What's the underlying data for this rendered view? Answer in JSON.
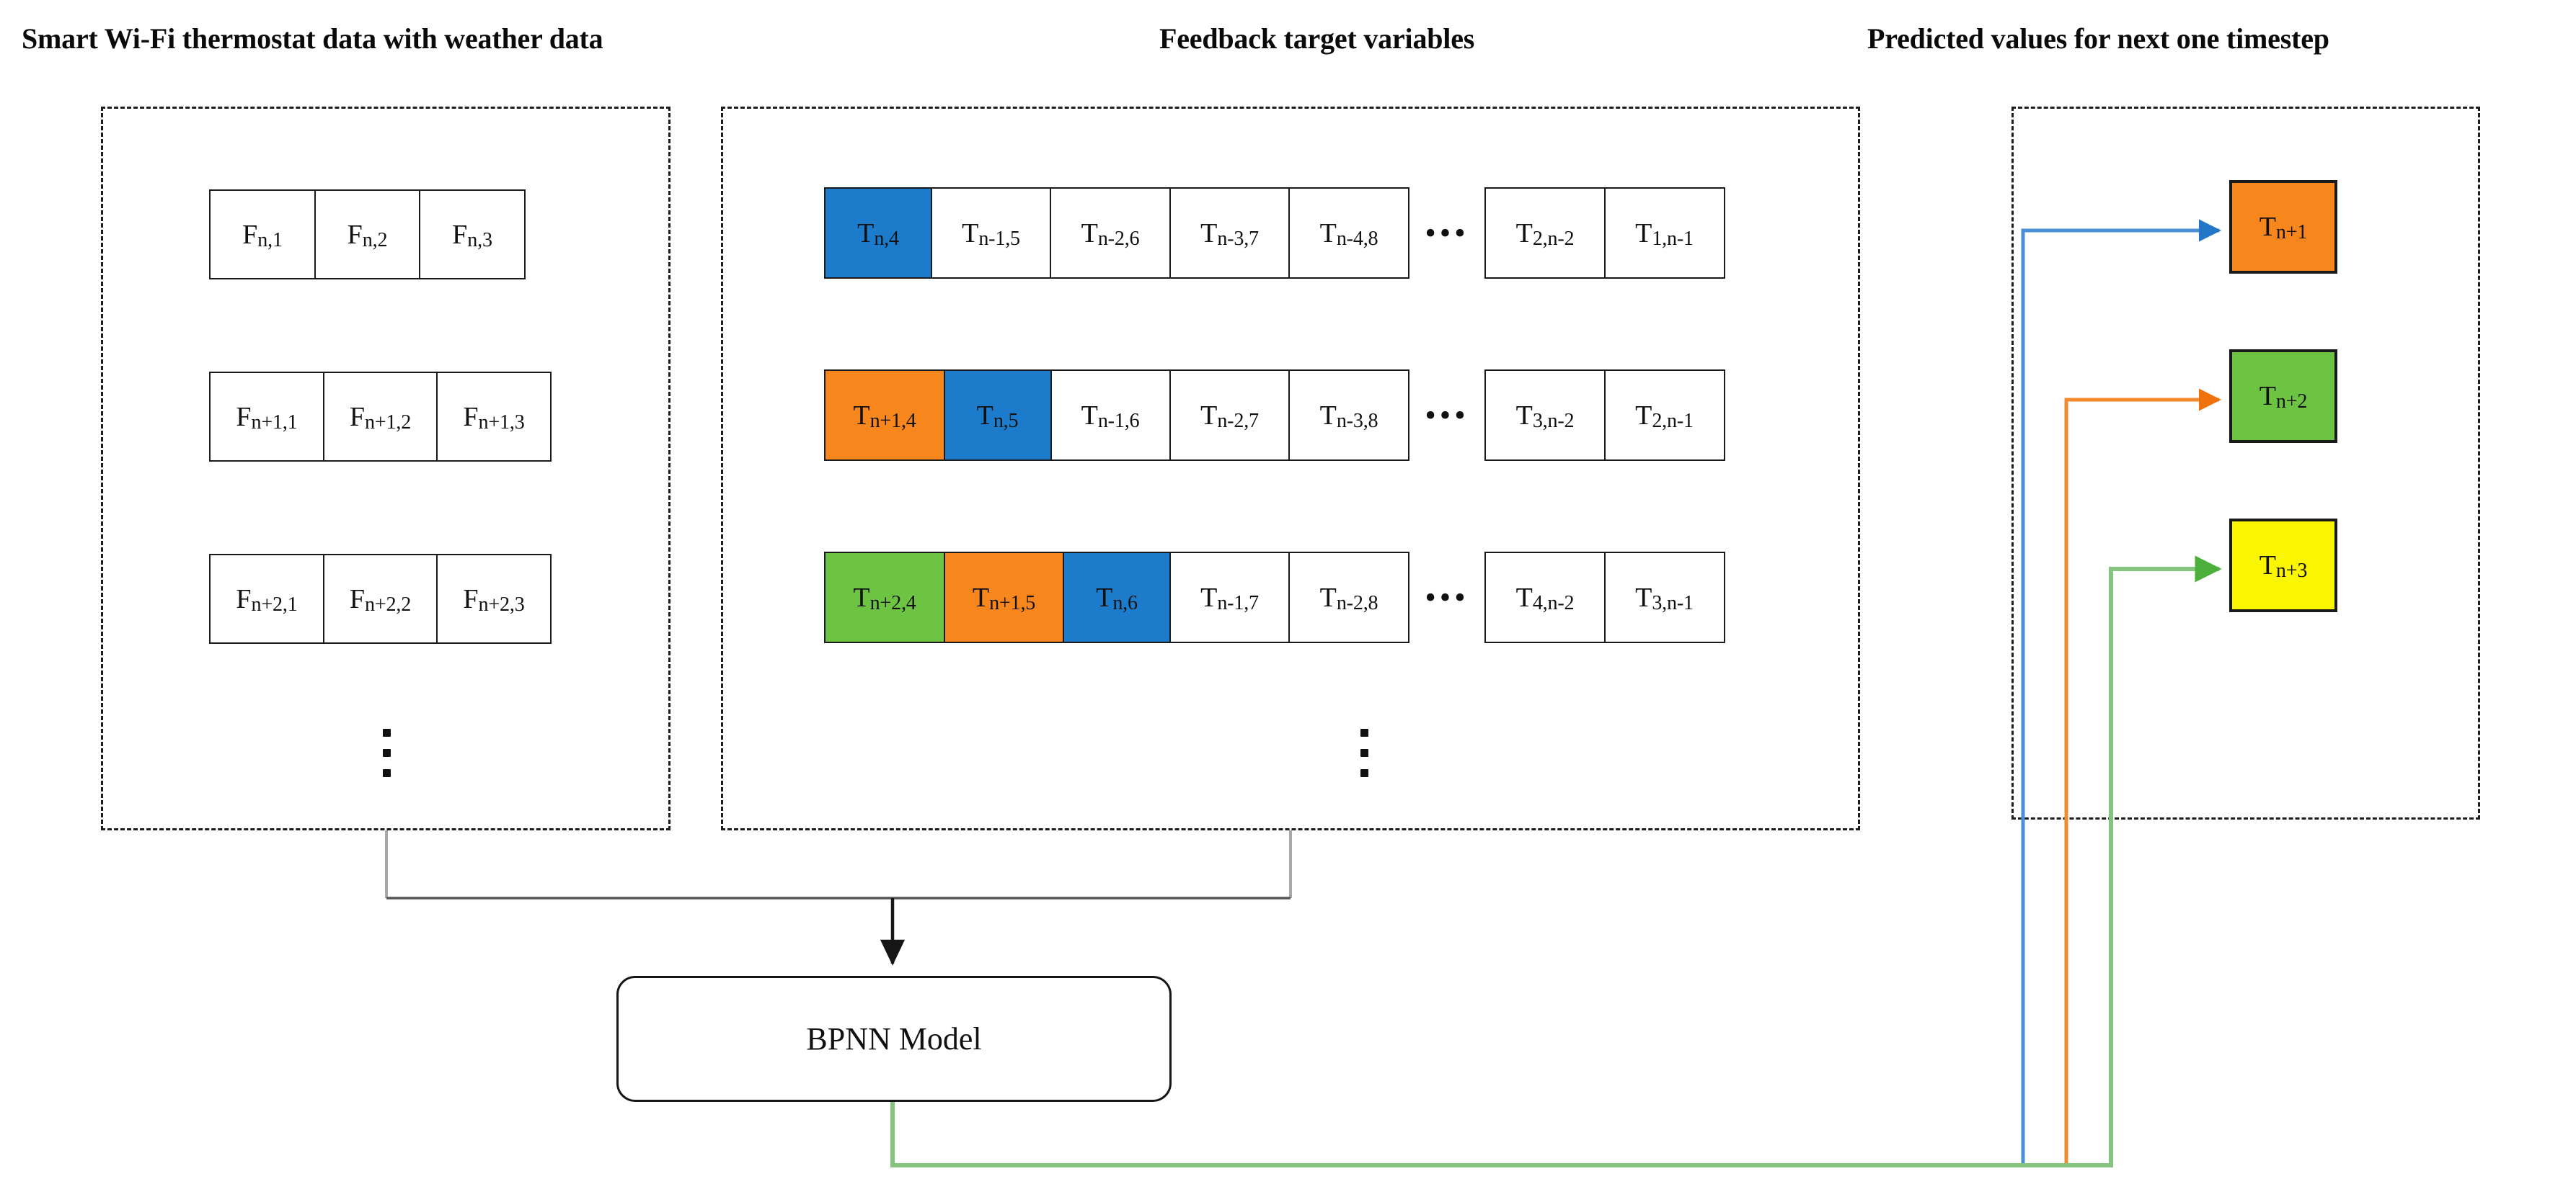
{
  "headings": {
    "left": "Smart Wi-Fi thermostat data with weather data",
    "middle": "Feedback target variables",
    "right": "Predicted values for next one timestep"
  },
  "colors": {
    "blue": "#1C7CCB",
    "orange": "#F7861C",
    "green": "#6DC443",
    "yellow": "#FAF500",
    "line_blue": "#4A90D9",
    "line_orange": "#F08A2C",
    "line_green": "#84C47E",
    "outline": "#1A1A1A",
    "panel_border": "#1C1C1C",
    "connector_gray": "#A8A8A8",
    "connector_black": "#161616"
  },
  "left_panel": {
    "name": "Smart Wi-Fi thermostat data with weather data",
    "ellipsis": "vertical-ellipsis",
    "rows": [
      {
        "cells": [
          {
            "base": "F",
            "sub": "n,1"
          },
          {
            "base": "F",
            "sub": "n,2"
          },
          {
            "base": "F",
            "sub": "n,3"
          }
        ]
      },
      {
        "cells": [
          {
            "base": "F",
            "sub": "n+1,1"
          },
          {
            "base": "F",
            "sub": "n+1,2"
          },
          {
            "base": "F",
            "sub": "n+1,3"
          }
        ]
      },
      {
        "cells": [
          {
            "base": "F",
            "sub": "n+2,1"
          },
          {
            "base": "F",
            "sub": "n+2,2"
          },
          {
            "base": "F",
            "sub": "n+2,3"
          }
        ]
      }
    ]
  },
  "middle_panel": {
    "name": "Feedback target variables",
    "gap_symbol": "•••",
    "ellipsis": "vertical-ellipsis",
    "rows": [
      {
        "head": [
          {
            "base": "T",
            "sub": "n,4",
            "fill": "blue",
            "width": 150
          },
          {
            "base": "T",
            "sub": "n-1,5",
            "fill": "none",
            "width": 168
          },
          {
            "base": "T",
            "sub": "n-2,6",
            "fill": "none",
            "width": 168
          },
          {
            "base": "T",
            "sub": "n-3,7",
            "fill": "none",
            "width": 168
          },
          {
            "base": "T",
            "sub": "n-4,8",
            "fill": "none",
            "width": 168
          }
        ],
        "tail": [
          {
            "base": "T",
            "sub": "2,n-2",
            "fill": "none",
            "width": 168
          },
          {
            "base": "T",
            "sub": "1,n-1",
            "fill": "none",
            "width": 168
          }
        ]
      },
      {
        "head": [
          {
            "base": "T",
            "sub": "n+1,4",
            "fill": "orange",
            "width": 168
          },
          {
            "base": "T",
            "sub": "n,5",
            "fill": "blue",
            "width": 150
          },
          {
            "base": "T",
            "sub": "n-1,6",
            "fill": "none",
            "width": 168
          },
          {
            "base": "T",
            "sub": "n-2,7",
            "fill": "none",
            "width": 168
          },
          {
            "base": "T",
            "sub": "n-3,8",
            "fill": "none",
            "width": 168
          }
        ],
        "tail": [
          {
            "base": "T",
            "sub": "3,n-2",
            "fill": "none",
            "width": 168
          },
          {
            "base": "T",
            "sub": "2,n-1",
            "fill": "none",
            "width": 168
          }
        ]
      },
      {
        "head": [
          {
            "base": "T",
            "sub": "n+2,4",
            "fill": "green",
            "width": 168
          },
          {
            "base": "T",
            "sub": "n+1,5",
            "fill": "orange",
            "width": 168
          },
          {
            "base": "T",
            "sub": "n,6",
            "fill": "blue",
            "width": 150
          },
          {
            "base": "T",
            "sub": "n-1,7",
            "fill": "none",
            "width": 168
          },
          {
            "base": "T",
            "sub": "n-2,8",
            "fill": "none",
            "width": 168
          }
        ],
        "tail": [
          {
            "base": "T",
            "sub": "4,n-2",
            "fill": "none",
            "width": 168
          },
          {
            "base": "T",
            "sub": "3,n-1",
            "fill": "none",
            "width": 168
          }
        ]
      }
    ]
  },
  "right_panel": {
    "name": "Predicted values for next one timestep",
    "boxes": [
      {
        "base": "T",
        "sub": "n+1",
        "fill": "orange",
        "arrow_color": "line_blue"
      },
      {
        "base": "T",
        "sub": "n+2",
        "fill": "green",
        "arrow_color": "line_orange"
      },
      {
        "base": "T",
        "sub": "n+3",
        "fill": "yellow",
        "arrow_color": "line_green"
      }
    ]
  },
  "model": {
    "label": "BPNN Model"
  }
}
